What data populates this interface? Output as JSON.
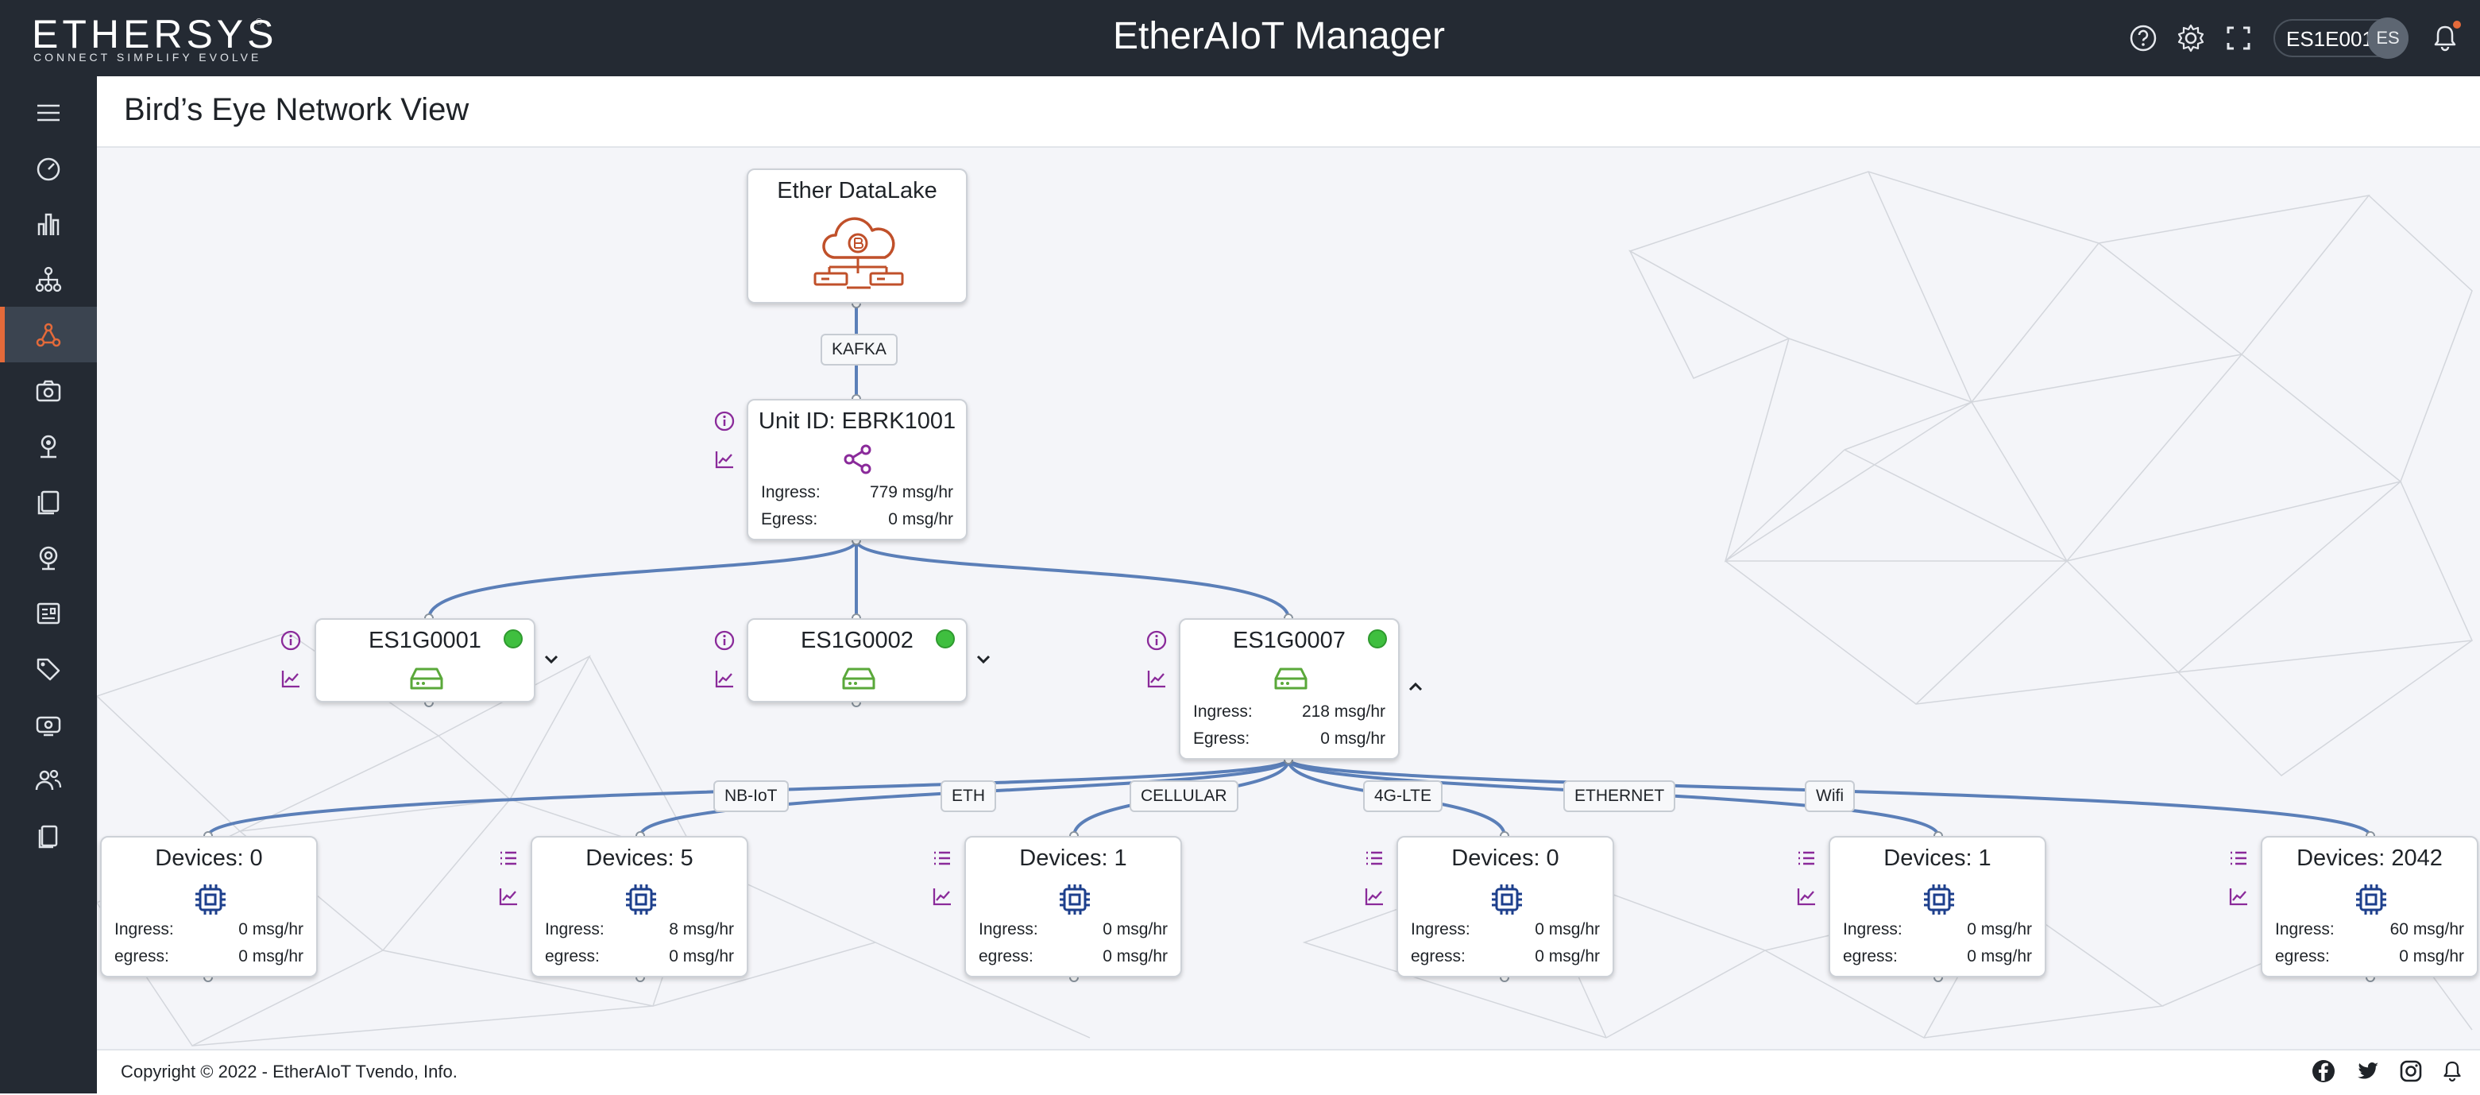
{
  "brand": {
    "name": "ETHERSYS",
    "tagline": "CONNECT SIMPLIFY EVOLVE",
    "registered": "®"
  },
  "app_title": "EtherAIoT Manager",
  "topbar": {
    "icons": [
      "help-icon",
      "settings-icon",
      "fullscreen-icon",
      "notifications-icon"
    ],
    "user_id": "ES1E001",
    "user_initials": "ES",
    "accent": "#e46a3a"
  },
  "sidebar": {
    "items": [
      {
        "icon": "menu-icon"
      },
      {
        "icon": "dashboard-icon"
      },
      {
        "icon": "analytics-icon"
      },
      {
        "icon": "hierarchy-icon"
      },
      {
        "icon": "network-view-icon",
        "active": true
      },
      {
        "icon": "camera-icon"
      },
      {
        "icon": "location-icon"
      },
      {
        "icon": "documents-icon"
      },
      {
        "icon": "webcam-icon"
      },
      {
        "icon": "reports-icon"
      },
      {
        "icon": "tag-icon"
      },
      {
        "icon": "router-icon"
      },
      {
        "icon": "users-icon"
      },
      {
        "icon": "pages-icon"
      }
    ]
  },
  "page_title": "Bird’s Eye Network View",
  "topology": {
    "datalake": {
      "title": "Ether DataLake",
      "icon": "cloud-database-icon"
    },
    "link_label": "KAFKA",
    "unit": {
      "title": "Unit ID: EBRK1001",
      "icon": "share-icon",
      "ingress_label": "Ingress:",
      "ingress": "779 msg/hr",
      "egress_label": "Egress:",
      "egress": "0 msg/hr"
    },
    "gateways": [
      {
        "title": "ES1G0001",
        "status": "online",
        "expanded": false
      },
      {
        "title": "ES1G0002",
        "status": "online",
        "expanded": false
      },
      {
        "title": "ES1G0007",
        "status": "online",
        "expanded": true,
        "ingress_label": "Ingress:",
        "ingress": "218 msg/hr",
        "egress_label": "Egress:",
        "egress": "0 msg/hr"
      }
    ],
    "protocols": [
      "NB-IoT",
      "ETH",
      "CELLULAR",
      "4G-LTE",
      "ETHERNET",
      "Wifi"
    ],
    "device_groups": [
      {
        "title": "Devices: 0",
        "ingress_label": "Ingress:",
        "ingress": "0 msg/hr",
        "egress_label": "egress:",
        "egress": "0 msg/hr"
      },
      {
        "title": "Devices: 5",
        "ingress_label": "Ingress:",
        "ingress": "8 msg/hr",
        "egress_label": "egress:",
        "egress": "0 msg/hr"
      },
      {
        "title": "Devices: 1",
        "ingress_label": "Ingress:",
        "ingress": "0 msg/hr",
        "egress_label": "egress:",
        "egress": "0 msg/hr"
      },
      {
        "title": "Devices: 0",
        "ingress_label": "Ingress:",
        "ingress": "0 msg/hr",
        "egress_label": "egress:",
        "egress": "0 msg/hr"
      },
      {
        "title": "Devices: 1",
        "ingress_label": "Ingress:",
        "ingress": "0 msg/hr",
        "egress_label": "egress:",
        "egress": "0 msg/hr"
      },
      {
        "title": "Devices: 2042",
        "ingress_label": "Ingress:",
        "ingress": "60 msg/hr",
        "egress_label": "egress:",
        "egress": "0 msg/hr"
      }
    ]
  },
  "colors": {
    "link": "#5b7fb8",
    "status_online": "#3fbf3f",
    "info_purple": "#8a2a9a",
    "device_blue": "#1d3f8c",
    "gateway_green": "#5aa83a",
    "datalake_orange": "#c0502a"
  },
  "footer": {
    "copyright": "Copyright © 2022 - EtherAIoT Tvendo, Info.",
    "social": [
      "facebook-icon",
      "twitter-icon",
      "instagram-icon",
      "notifications-icon"
    ]
  }
}
